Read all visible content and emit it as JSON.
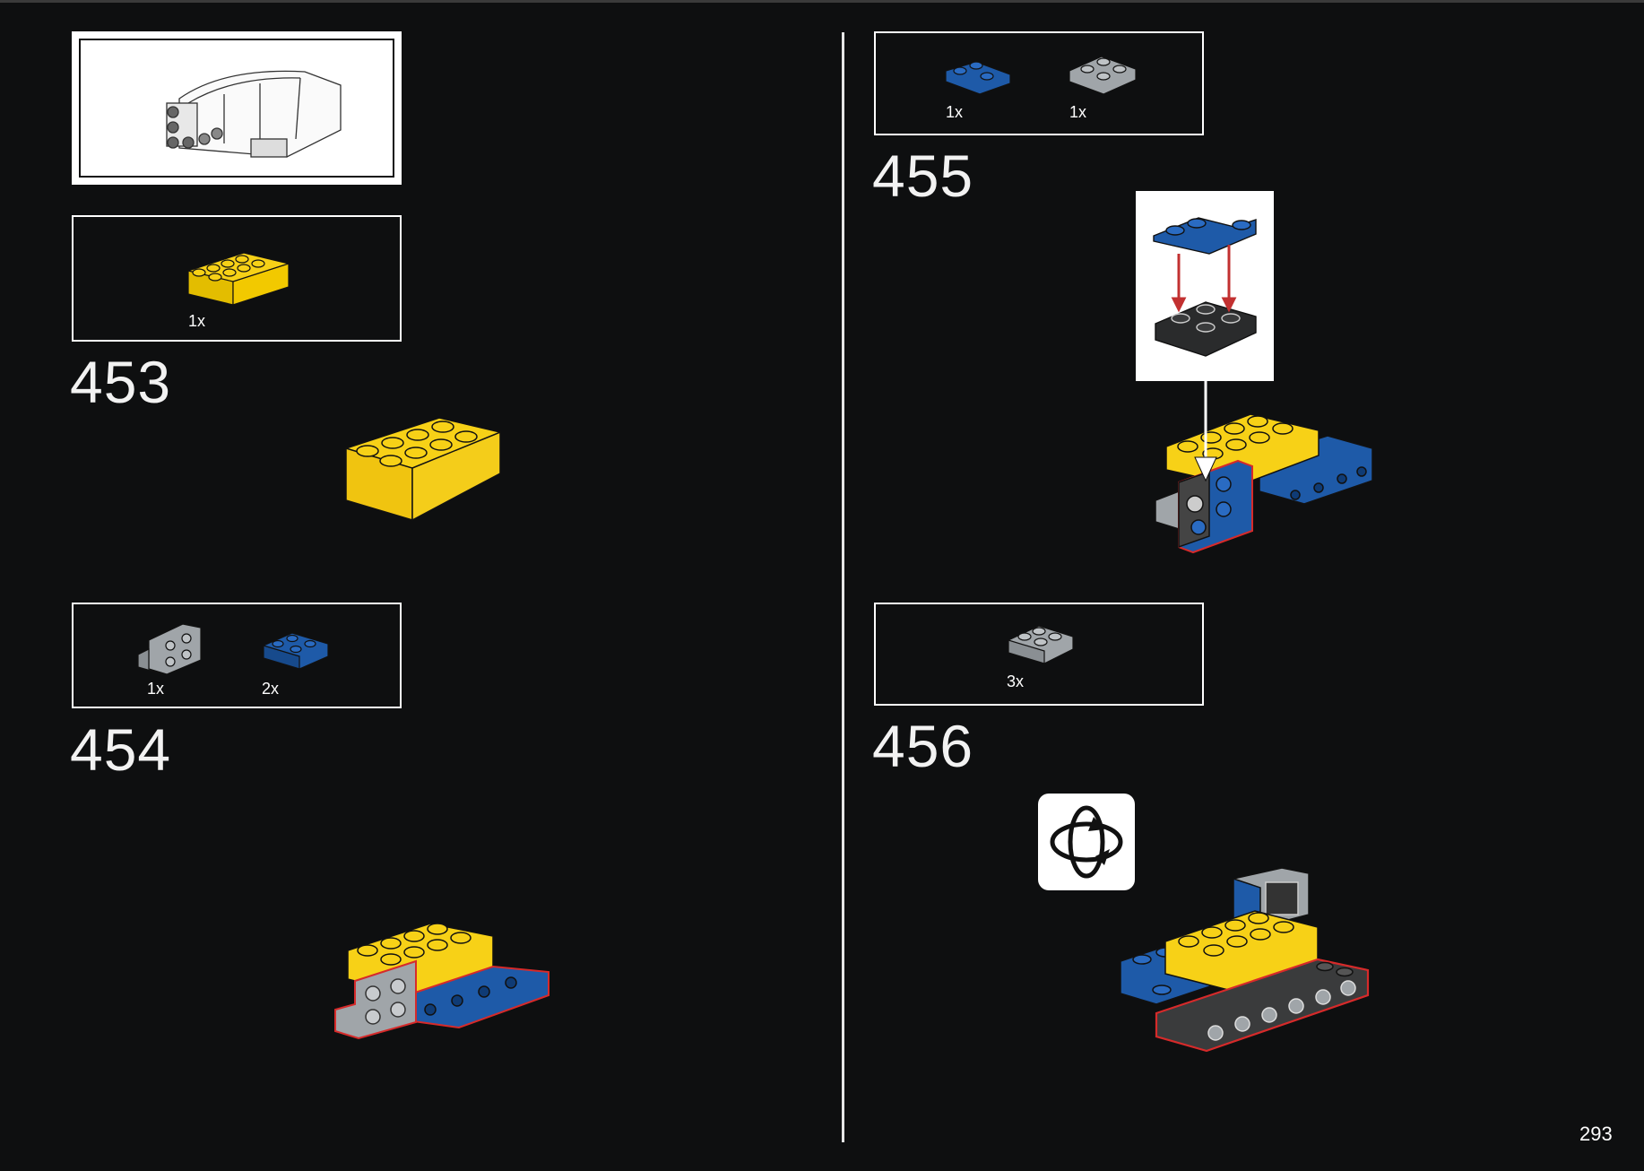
{
  "page": {
    "number": "293"
  },
  "left_column": {
    "preview_label": "",
    "parts_453": [
      {
        "qty": "1x",
        "part": "yellow-brick-2x4"
      }
    ],
    "step_453": "453",
    "parts_454": [
      {
        "qty": "1x",
        "part": "gray-bracket-plate"
      },
      {
        "qty": "2x",
        "part": "blue-brick-modified-studs-on-side"
      }
    ],
    "step_454": "454"
  },
  "right_column": {
    "parts_455": [
      {
        "qty": "1x",
        "part": "blue-corner-plate"
      },
      {
        "qty": "1x",
        "part": "gray-plate-2x2"
      }
    ],
    "step_455": "455",
    "parts_456": [
      {
        "qty": "3x",
        "part": "gray-brick-modified-studs-on-side"
      }
    ],
    "step_456": "456"
  },
  "icons": {
    "rotate": "rotate-model-icon",
    "arrow": "assembly-arrow-icon"
  },
  "colors": {
    "background": "#0e0f10",
    "lego_yellow": "#f7d117",
    "lego_blue": "#1e5aa8",
    "lego_gray": "#a0a5a9",
    "highlight_red": "#d62a2a"
  }
}
